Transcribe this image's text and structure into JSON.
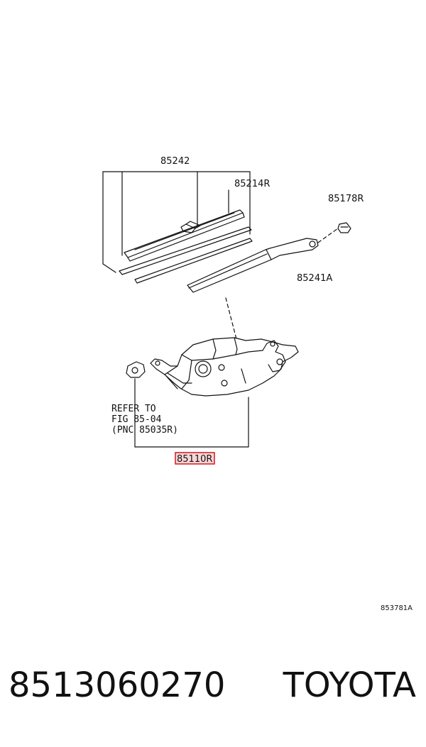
{
  "callouts": {
    "blade_assy": "85242",
    "blade_rubber": "85214R",
    "cap": "85178R",
    "arm": "85241A",
    "motor": "85110R"
  },
  "note": {
    "line1": "REFER TO",
    "line2": "FIG 85-04",
    "line3": "(PNC 85035R)"
  },
  "highlight_color": "#d9232e",
  "illustration_code": "853781A",
  "footer": {
    "part_number": "8513060270",
    "brand": "TOYOTA"
  }
}
